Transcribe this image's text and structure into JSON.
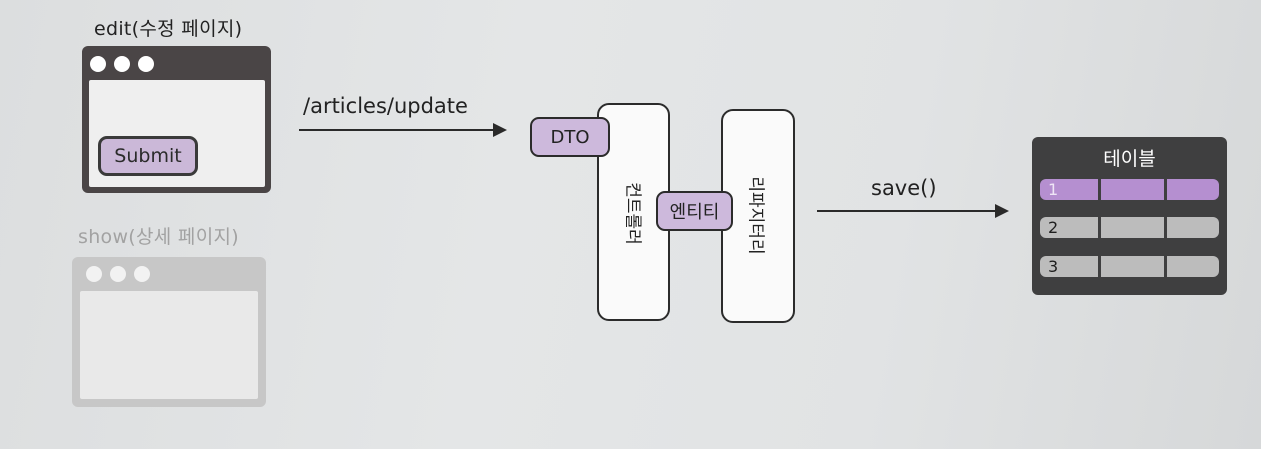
{
  "edit_page": {
    "label": "edit(수정 페이지)",
    "submit_label": "Submit"
  },
  "show_page": {
    "label": "show(상세 페이지)"
  },
  "request_arrow": {
    "label": "/articles/update"
  },
  "controller": {
    "label": "컨트롤러",
    "dto_label": "DTO"
  },
  "entity": {
    "label": "엔티티"
  },
  "repository": {
    "label": "리파지터리"
  },
  "save_arrow": {
    "label": "save()"
  },
  "table": {
    "title": "테이블",
    "rows": [
      {
        "id": "1",
        "highlighted": true
      },
      {
        "id": "2",
        "highlighted": false
      },
      {
        "id": "3",
        "highlighted": false
      }
    ]
  },
  "colors": {
    "accent_purple": "#cdb9dc",
    "table_highlight": "#b58fd0",
    "table_bg": "#3f3f40"
  }
}
